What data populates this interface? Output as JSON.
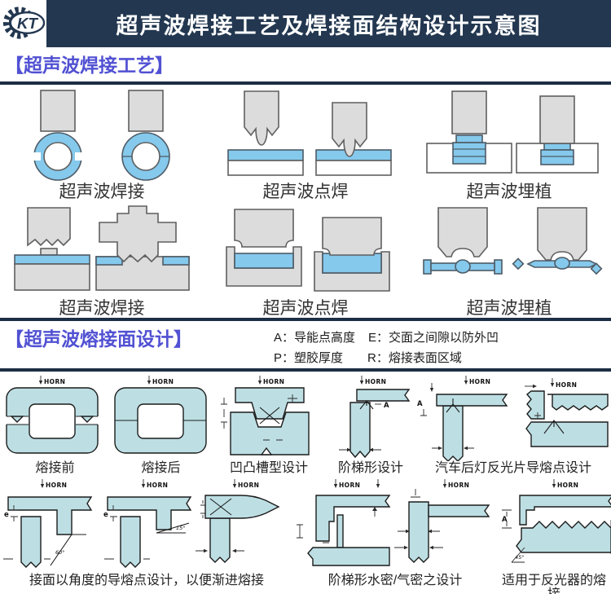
{
  "header": {
    "title": "超声波焊接工艺及焊接面结构设计示意图",
    "logo": "KT"
  },
  "s1": {
    "title": "【超声波焊接工艺】",
    "row1": [
      {
        "label": "超声波焊接"
      },
      {
        "label": "超声波点焊"
      },
      {
        "label": "超声波埋植"
      }
    ],
    "row2": [
      {
        "label": "超声波焊接"
      },
      {
        "label": "超声波点焊"
      },
      {
        "label": "超声波埋植"
      }
    ]
  },
  "s2": {
    "title": "【超声波熔接面设计】",
    "legend": {
      "a": "A：导能点高度",
      "e": "E：交面之间隙以防外凹",
      "p": "P：塑胶厚度",
      "r": "R：熔接表面区域"
    },
    "horn": "HORN",
    "dims": {
      "A": "A",
      "e": "e",
      "angle60": "60°",
      "angle15": "15°",
      "angle45": "45°"
    },
    "row1": [
      {
        "label": "熔接前"
      },
      {
        "label": "熔接后"
      },
      {
        "label": "凹凸槽型设计"
      },
      {
        "label": "阶梯形设计"
      },
      {
        "label": "汽车后灯反光片导熔点设计"
      }
    ],
    "row2": [
      {
        "label": "接面以角度的导熔点设计，以便渐进熔接"
      },
      {
        "label": "阶梯形水密/气密之设计"
      },
      {
        "label": "适用于反光器的熔接"
      }
    ]
  },
  "colors": {
    "navy": "#233750",
    "purple": "#5151d3",
    "sky_blue": "#85c9ec",
    "light_cyan": "#bddfe4",
    "gray": "#dcdcdc"
  }
}
